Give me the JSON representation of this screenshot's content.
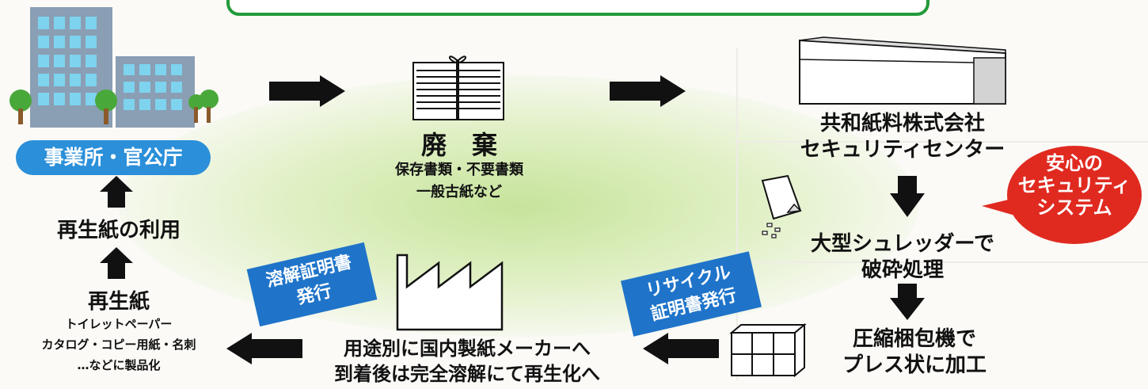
{
  "nodes": {
    "office": "事業所・官公庁",
    "waste_title": "廃　棄",
    "waste_line1": "保存書類・不要書類",
    "waste_line2": "一般古紙など",
    "center_line1": "共和紙料株式会社",
    "center_line2": "セキュリティセンター",
    "shredder_line1": "大型シュレッダーで",
    "shredder_line2": "破砕処理",
    "press_line1": "圧縮梱包機で",
    "press_line2": "プレス状に加工",
    "maker_line1": "用途別に国内製紙メーカーへ",
    "maker_line2": "到着後は完全溶解にて再生化へ",
    "recycled_title": "再生紙",
    "recycled_line1": "トイレットペーパー",
    "recycled_line2": "カタログ・コピー用紙・名刺",
    "recycled_line3": "…などに製品化",
    "reuse": "再生紙の利用"
  },
  "labels": {
    "dissolve_cert_line1": "溶解証明書",
    "dissolve_cert_line2": "発行",
    "recycle_cert_line1": "リサイクル",
    "recycle_cert_line2": "証明書発行"
  },
  "callout": {
    "line1": "安心の",
    "line2": "セキュリティ",
    "line3": "システム"
  },
  "colors": {
    "pill_blue": "#2b8fd9",
    "label_blue": "#1f74c9",
    "callout_red": "#e02a20",
    "banner_green": "#229a3a",
    "arrow": "#111111"
  }
}
